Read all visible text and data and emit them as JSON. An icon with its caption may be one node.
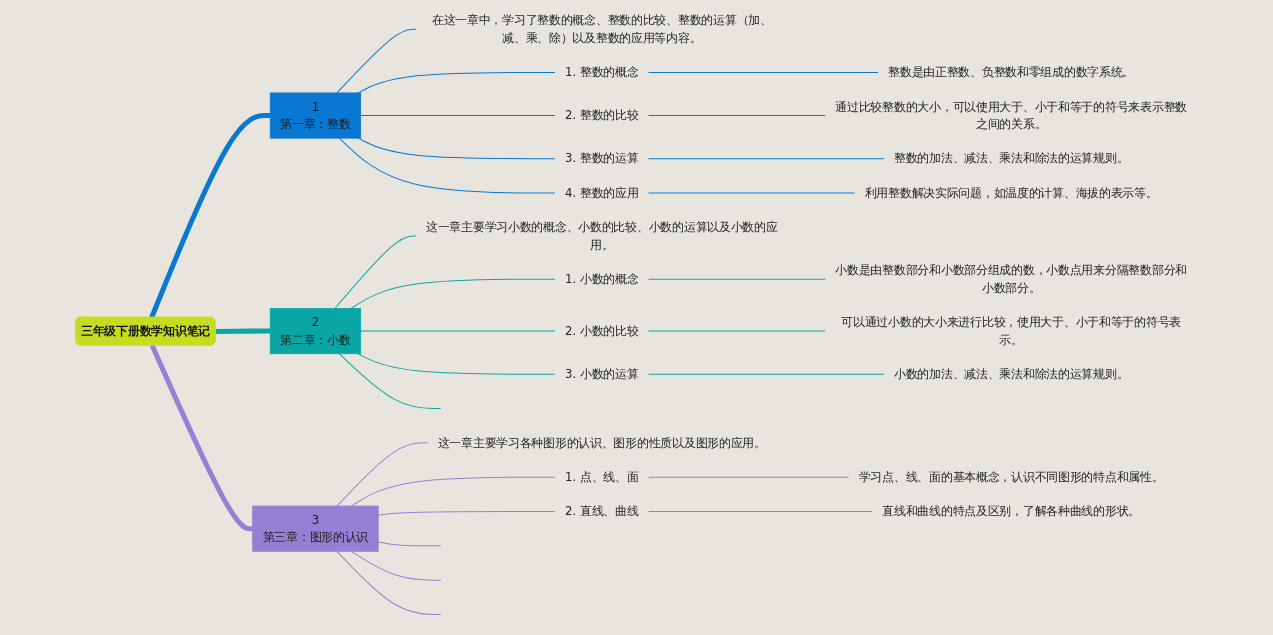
{
  "diagram": {
    "nodes": [
      {
        "text": [
          "三年级下册数学知识笔记"
        ]
      },
      {
        "text": [
          "1",
          "第一章：整数"
        ]
      },
      {
        "text": [
          "在这一章中，学习了整数的概念、整数的比较、整数的运算（加、减、乘、除）以及整数的应用等内容。"
        ]
      },
      {
        "text": [
          "1. 整数的概念"
        ]
      },
      {
        "text": [
          "整数是由正整数、负整数和零组成的数字系统。"
        ]
      },
      {
        "text": [
          "2. 整数的比较"
        ]
      },
      {
        "text": [
          "通过比较整数的大小，可以使用大于、小于和等于的符号来表示整数之间的关系。"
        ]
      },
      {
        "text": [
          "3. 整数的运算"
        ]
      },
      {
        "text": [
          "整数的加法、减法、乘法和除法的运算规则。"
        ]
      },
      {
        "text": [
          "4. 整数的应用"
        ]
      },
      {
        "text": [
          "利用整数解决实际问题，如温度的计算、海拔的表示等。"
        ]
      },
      {
        "text": [
          "2",
          "第二章：小数"
        ]
      },
      {
        "text": [
          "这一章主要学习小数的概念、小数的比较、小数的运算以及小数的应用。"
        ]
      },
      {
        "text": [
          "1. 小数的概念"
        ]
      },
      {
        "text": [
          "小数是由整数部分和小数部分组成的数，小数点用来分隔整数部分和小数部分。"
        ]
      },
      {
        "text": [
          "2. 小数的比较"
        ]
      },
      {
        "text": [
          "可以通过小数的大小来进行比较，使用大于、小于和等于的符号表示。"
        ]
      },
      {
        "text": [
          "3. 小数的运算"
        ]
      },
      {
        "text": [
          "小数的加法、减法、乘法和除法的运算规则。"
        ]
      },
      {
        "text": [
          "3",
          "第三章：图形的认识"
        ]
      },
      {
        "text": [
          "这一章主要学习各种图形的认识、图形的性质以及图形的应用。"
        ]
      },
      {
        "text": [
          "1. 点、线、面"
        ]
      },
      {
        "text": [
          "学习点、线、面的基本概念，认识不同图形的特点和属性。"
        ]
      },
      {
        "text": [
          "2. 直线、曲线"
        ]
      },
      {
        "text": [
          "直线和曲线的特点及区别，了解各种曲线的形状。"
        ]
      }
    ],
    "edges": [
      {
        "from": 0,
        "to": 1,
        "arrow": "none",
        "style": "thick"
      },
      {
        "from": 0,
        "to": 11,
        "arrow": "none",
        "style": "thick",
        "color": "#0aa6a6"
      },
      {
        "from": 0,
        "to": 19,
        "arrow": "none",
        "style": "thick",
        "color": "#9581d4"
      },
      {
        "from": 1,
        "to": 2,
        "arrow": "none"
      },
      {
        "from": 1,
        "to": 3,
        "arrow": "none"
      },
      {
        "from": 1,
        "to": 5,
        "arrow": "none"
      },
      {
        "from": 1,
        "to": 7,
        "arrow": "none"
      },
      {
        "from": 1,
        "to": 9,
        "arrow": "none"
      },
      {
        "from": 3,
        "to": 4,
        "arrow": "none"
      },
      {
        "from": 5,
        "to": 6,
        "arrow": "none"
      },
      {
        "from": 7,
        "to": 8,
        "arrow": "none"
      },
      {
        "from": 9,
        "to": 10,
        "arrow": "none"
      },
      {
        "from": 11,
        "to": 12,
        "arrow": "none",
        "color": "#0aa6a6"
      },
      {
        "from": 11,
        "to": 13,
        "arrow": "none",
        "color": "#0aa6a6"
      },
      {
        "from": 11,
        "to": 15,
        "arrow": "none",
        "color": "#0aa6a6"
      },
      {
        "from": 11,
        "to": 17,
        "arrow": "none",
        "color": "#0aa6a6"
      },
      {
        "from": 11,
        "to": null,
        "arrow": "none",
        "color": "#0aa6a6"
      },
      {
        "from": 13,
        "to": 14,
        "arrow": "none",
        "color": "#0aa6a6"
      },
      {
        "from": 15,
        "to": 16,
        "arrow": "none",
        "color": "#0aa6a6"
      },
      {
        "from": 17,
        "to": 18,
        "arrow": "none",
        "color": "#0aa6a6"
      },
      {
        "from": 19,
        "to": 20,
        "arrow": "none",
        "color": "#9581d4"
      },
      {
        "from": 19,
        "to": 21,
        "arrow": "none",
        "color": "#9581d4"
      },
      {
        "from": 19,
        "to": 23,
        "arrow": "none",
        "color": "#9581d4"
      },
      {
        "from": 19,
        "to": null,
        "arrow": "none",
        "color": "#9581d4"
      },
      {
        "from": 19,
        "to": null,
        "arrow": "none",
        "color": "#9581d4"
      },
      {
        "from": 19,
        "to": null,
        "arrow": "none",
        "color": "#9581d4"
      },
      {
        "from": 21,
        "to": 22,
        "arrow": "none",
        "color": "#9581d4"
      },
      {
        "from": 23,
        "to": 24,
        "arrow": "none",
        "color": "#9581d4"
      }
    ]
  }
}
